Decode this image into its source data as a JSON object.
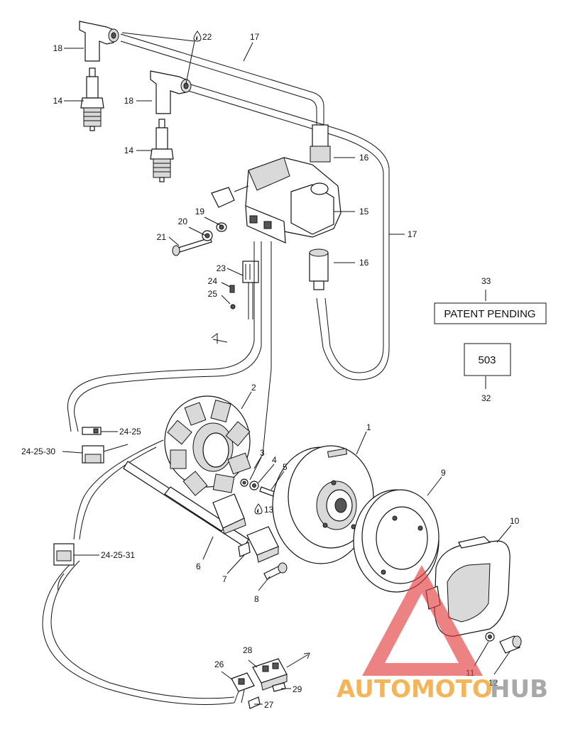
{
  "diagram": {
    "callouts": [
      {
        "id": "c1",
        "text": "1"
      },
      {
        "id": "c2",
        "text": "2"
      },
      {
        "id": "c3",
        "text": "3"
      },
      {
        "id": "c4",
        "text": "4"
      },
      {
        "id": "c5",
        "text": "5"
      },
      {
        "id": "c6",
        "text": "6"
      },
      {
        "id": "c7",
        "text": "7"
      },
      {
        "id": "c8",
        "text": "8"
      },
      {
        "id": "c9",
        "text": "9"
      },
      {
        "id": "c10",
        "text": "10"
      },
      {
        "id": "c11",
        "text": "11"
      },
      {
        "id": "c12",
        "text": "12"
      },
      {
        "id": "c13",
        "text": "13"
      },
      {
        "id": "c14a",
        "text": "14"
      },
      {
        "id": "c14b",
        "text": "14"
      },
      {
        "id": "c15",
        "text": "15"
      },
      {
        "id": "c16a",
        "text": "16"
      },
      {
        "id": "c16b",
        "text": "16"
      },
      {
        "id": "c17a",
        "text": "17"
      },
      {
        "id": "c17b",
        "text": "17"
      },
      {
        "id": "c18a",
        "text": "18"
      },
      {
        "id": "c18b",
        "text": "18"
      },
      {
        "id": "c19",
        "text": "19"
      },
      {
        "id": "c20",
        "text": "20"
      },
      {
        "id": "c21",
        "text": "21"
      },
      {
        "id": "c22",
        "text": "22"
      },
      {
        "id": "c23",
        "text": "23"
      },
      {
        "id": "c24",
        "text": "24"
      },
      {
        "id": "c25",
        "text": "25"
      },
      {
        "id": "c24-25",
        "text": "24-25"
      },
      {
        "id": "c24-25-30",
        "text": "24-25-30"
      },
      {
        "id": "c24-25-31",
        "text": "24-25-31"
      },
      {
        "id": "c26",
        "text": "26"
      },
      {
        "id": "c27",
        "text": "27"
      },
      {
        "id": "c28",
        "text": "28"
      },
      {
        "id": "c29",
        "text": "29"
      },
      {
        "id": "c32",
        "text": "32"
      },
      {
        "id": "c33",
        "text": "33"
      }
    ],
    "patent_box": "PATENT PENDING",
    "code_box": "503"
  },
  "watermark": {
    "part1": "AUTOMOTO",
    "part2": "HUB",
    "colors": {
      "accent": "#f2a93b",
      "gray": "#9a9a9a",
      "triangle": "#e23b3b"
    }
  }
}
